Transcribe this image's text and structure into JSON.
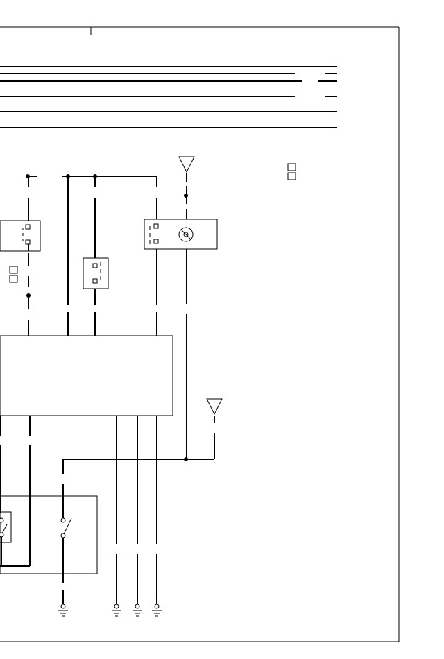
{
  "diagram": {
    "kind": "electrical-wiring-schematic",
    "line_color": "#000000",
    "background": "#ffffff",
    "components": [
      {
        "name": "header-divider-lines",
        "count": 8
      },
      {
        "name": "left-switch",
        "type": "two-terminal-switch"
      },
      {
        "name": "middle-switch",
        "type": "two-terminal-switch"
      },
      {
        "name": "right-switch-lamp",
        "type": "switch-with-lamp"
      },
      {
        "name": "control-unit",
        "type": "module-box"
      },
      {
        "name": "power-source-top",
        "type": "triangle-feed"
      },
      {
        "name": "power-source-right",
        "type": "triangle-feed"
      },
      {
        "name": "lower-switch-block",
        "type": "switch-group"
      },
      {
        "name": "ground",
        "type": "ground-symbol",
        "count": 4
      }
    ]
  }
}
